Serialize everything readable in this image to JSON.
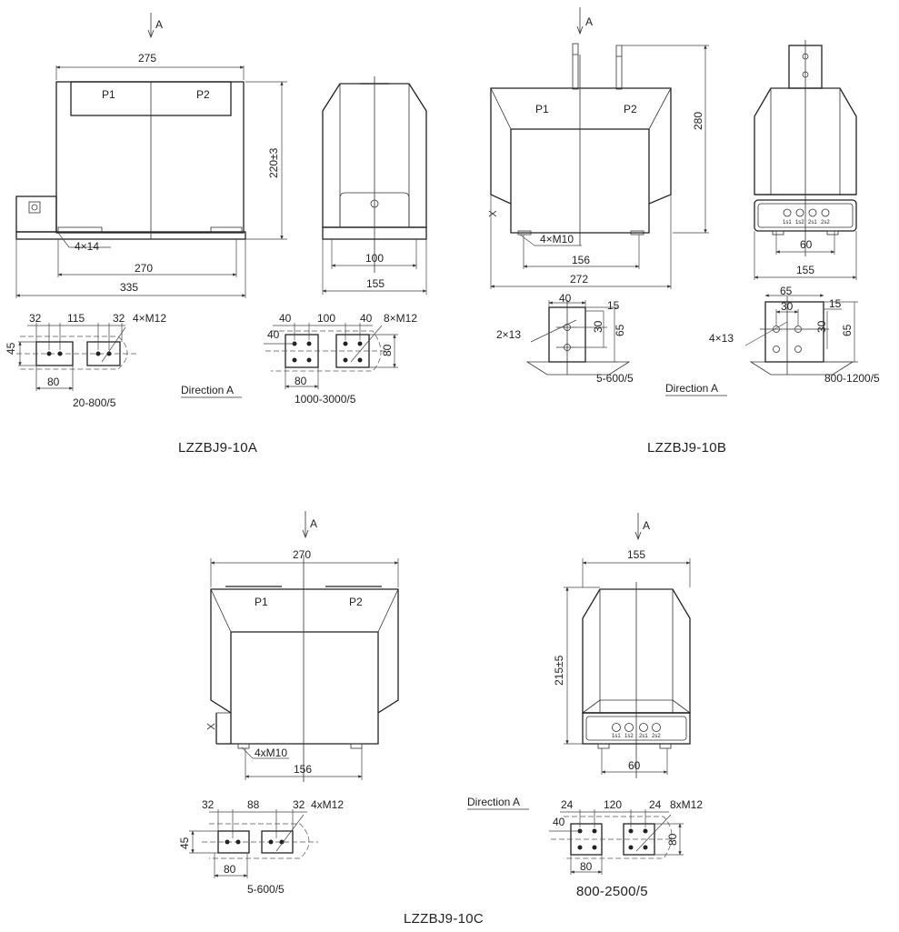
{
  "direction_arrow_label": "A",
  "direction_a_label": "Direction A",
  "secondary_terminal_marks": [
    "1s1",
    "1s2",
    "2s1",
    "2s2"
  ],
  "terminal_labels": {
    "p1": "P1",
    "p2": "P2"
  },
  "lzzbj9_10a": {
    "model": "LZZBJ9-10A",
    "dims": {
      "top_width": "275",
      "height": "220±3",
      "mount_holes": "4×14",
      "mount_span": "270",
      "base_width": "335",
      "side_inner": "100",
      "side_base": "155"
    },
    "plate_small": {
      "left": "32",
      "spacing": "115",
      "right": "32",
      "holes": "4×M12",
      "height": "45",
      "width": "80",
      "range": "20-800/5"
    },
    "plate_large": {
      "left": "40",
      "spacing": "100",
      "right": "40",
      "holes": "8×M12",
      "offset": "40",
      "height": "80",
      "width": "80",
      "range": "1000-3000/5"
    }
  },
  "lzzbj9_10b": {
    "model": "LZZBJ9-10B",
    "dims": {
      "height": "280",
      "mount_holes": "4×M10",
      "mount_span": "156",
      "base_width": "272",
      "side_terminal": "60",
      "side_base": "155"
    },
    "plate_left": {
      "width": "40",
      "edge": "15",
      "pitch": "30",
      "height": "65",
      "holes": "2×13",
      "range": "5-600/5"
    },
    "plate_right": {
      "width": "65",
      "pitch": "30",
      "edge": "15",
      "height": "65",
      "holes": "4×13",
      "range": "800-1200/5"
    }
  },
  "lzzbj9_10c": {
    "model": "LZZBJ9-10C",
    "dims": {
      "top_width": "270",
      "mount_holes": "4xM10",
      "mount_span": "156",
      "side_top": "155",
      "height": "215±5",
      "side_terminal": "60"
    },
    "plate_small": {
      "left": "32",
      "spacing": "88",
      "right": "32",
      "holes": "4xM12",
      "height": "45",
      "width": "80",
      "range": "5-600/5"
    },
    "plate_large": {
      "left": "24",
      "spacing": "120",
      "right": "24",
      "holes": "8xM12",
      "offset": "40",
      "height": "80",
      "width": "80",
      "range": "800-2500/5"
    }
  }
}
